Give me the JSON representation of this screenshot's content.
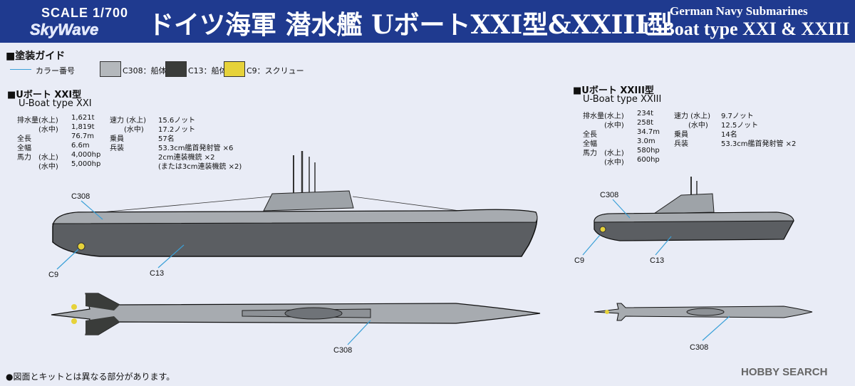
{
  "header": {
    "scale": "SCALE 1/700",
    "brand": "SkyWave",
    "title_jp": "ドイツ海軍 潜水艦 UボートXXI型&XXIII型",
    "title_en_1": "German Navy Submarines",
    "title_en_2": "U-Boat type XXI & XXIII"
  },
  "guide": {
    "heading": "■塗装ガイド",
    "color_number_label": "カラー番号",
    "swatches": [
      {
        "code": "C308：船体",
        "color": "#b4b8bc"
      },
      {
        "code": "C13：船体",
        "color": "#3a3c3a"
      },
      {
        "code": "C9：スクリュー",
        "color": "#e6d23a"
      }
    ]
  },
  "xxi": {
    "heading": "■Uボート XXI型",
    "heading_en": "U-Boat type XXI",
    "specs_left": [
      [
        "排水量(水上)",
        "1,621t"
      ],
      [
        "　　　(水中)",
        "1,819t"
      ],
      [
        "全長",
        "76.7m"
      ],
      [
        "全幅",
        "6.6m"
      ],
      [
        "馬力　(水上)",
        "4,000hp"
      ],
      [
        "　　　(水中)",
        "5,000hp"
      ]
    ],
    "specs_right": [
      [
        "速力 (水上)",
        "15.6ノット"
      ],
      [
        "　　(水中)",
        "17.2ノット"
      ],
      [
        "乗員",
        "57名"
      ],
      [
        "兵装",
        "53.3cm艦首発射管 ×6"
      ],
      [
        "",
        "2cm連装機銃 ×2"
      ],
      [
        "",
        "(または3cm連装機銃 ×2)"
      ]
    ],
    "callouts": {
      "c308_side": "C308",
      "c9": "C9",
      "c13": "C13",
      "c308_top": "C308"
    }
  },
  "xxiii": {
    "heading": "■Uボート XXIII型",
    "heading_en": "U-Boat type XXIII",
    "specs_left": [
      [
        "排水量(水上)",
        "234t"
      ],
      [
        "　　　(水中)",
        "258t"
      ],
      [
        "全長",
        "34.7m"
      ],
      [
        "全幅",
        "3.0m"
      ],
      [
        "馬力　(水上)",
        "580hp"
      ],
      [
        "　　　(水中)",
        "600hp"
      ]
    ],
    "specs_right": [
      [
        "速力 (水上)",
        "9.7ノット"
      ],
      [
        "　　(水中)",
        "12.5ノット"
      ],
      [
        "乗員",
        "14名"
      ],
      [
        "兵装",
        "53.3cm艦首発射管 ×2"
      ]
    ],
    "callouts": {
      "c308_side": "C308",
      "c9": "C9",
      "c13": "C13",
      "c308_top": "C308"
    }
  },
  "footer": {
    "note": "●図面とキットとは異なる部分があります。",
    "watermark": "HOBBY SEARCH"
  }
}
